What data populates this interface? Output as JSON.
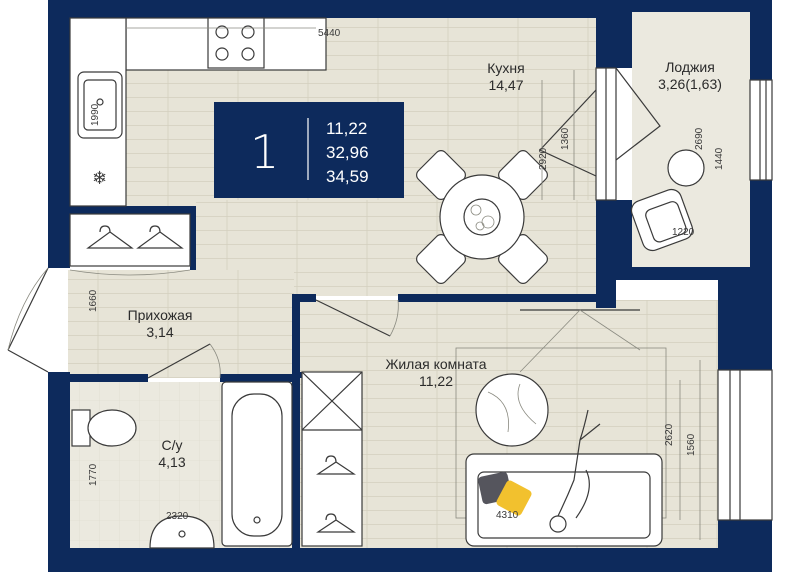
{
  "badge": {
    "rooms": "1",
    "living_area": "11,22",
    "total_area": "32,96",
    "total_area_with_loggia": "34,59"
  },
  "rooms": {
    "kitchen": {
      "name": "Кухня",
      "area": "14,47"
    },
    "loggia": {
      "name": "Лоджия",
      "area": "3,26(1,63)"
    },
    "hallway": {
      "name": "Прихожая",
      "area": "3,14"
    },
    "living": {
      "name": "Жилая комната",
      "area": "11,22"
    },
    "bathroom": {
      "name": "С/у",
      "area": "4,13"
    }
  },
  "dimensions": {
    "top_width": "5440",
    "left_kitchen": "1990",
    "kitchen_height": "2920",
    "window_kitchen": "1360",
    "loggia_height": "2690",
    "loggia_depth": "1440",
    "loggia_width": "1220",
    "hallway_height": "1660",
    "bath_height": "1770",
    "bath_width": "2320",
    "living_height": "2620",
    "living_window": "1560",
    "living_width": "4310"
  },
  "colors": {
    "wall": "#0d2a5c",
    "floor_wood": "#e7e4d7",
    "floor_tile": "#ebe9df",
    "accent_pillow": "#f2c12e",
    "pillow_dark": "#55555d"
  }
}
